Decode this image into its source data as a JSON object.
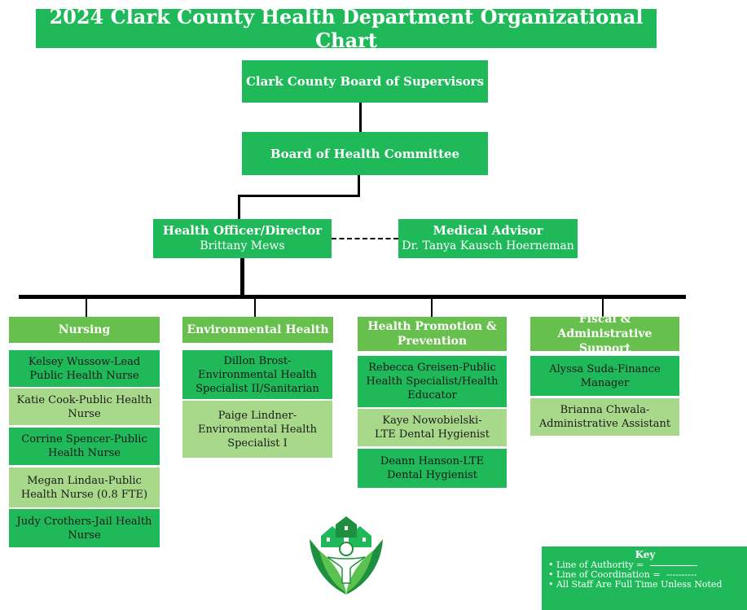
{
  "title": "2024 Clark County Health Department Organizational Chart",
  "board_supervisors": "Clark County Board of Supervisors",
  "board_health": "Board of Health Committee",
  "director": {
    "role": "Health Officer/Director",
    "name": "Brittany Mews"
  },
  "advisor": {
    "role": "Medical Advisor",
    "name": "Dr. Tanya Kausch Hoerneman"
  },
  "divisions": {
    "nursing": {
      "label": "Nursing",
      "staff": [
        "Kelsey Wussow-Lead Public Health Nurse",
        "Katie Cook-Public Health Nurse",
        "Corrine Spencer-Public Health Nurse",
        "Megan Lindau-Public Health Nurse (0.8 FTE)",
        "Judy Crothers-Jail Health Nurse"
      ]
    },
    "environmental": {
      "label": "Environmental Health",
      "staff": [
        "Dillon Brost-Environmental Health Specialist II/Sanitarian",
        "Paige Lindner-Environmental Health Specialist I"
      ]
    },
    "promotion": {
      "label": "Health Promotion & Prevention",
      "staff": [
        "Rebecca Greisen-Public Health Specialist/Health Educator",
        "Kaye Nowobielski-LTE Dental Hygienist",
        "Deann Hanson-LTE Dental Hygienist"
      ]
    },
    "fiscal": {
      "label": "Fiscal & Administrative Support",
      "staff": [
        "Alyssa Suda-Finance Manager",
        "Brianna Chwala-Administrative Assistant"
      ]
    }
  },
  "key": {
    "title": "Key",
    "authority": "• Line of Authority =",
    "coordination": "• Line of Coordination =",
    "coordination_dashes": "----------",
    "fulltime": "• All Staff Are Full Time Unless Noted"
  },
  "colors": {
    "dark_green": "#1fb95a",
    "light_green": "#a8d98a",
    "header_green": "#67bf4d"
  },
  "logo_icon": "house-person-leaf-shield-logo"
}
